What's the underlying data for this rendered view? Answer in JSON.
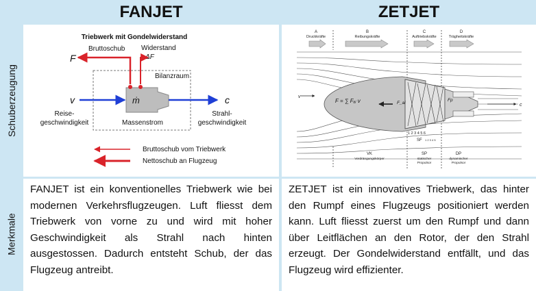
{
  "headers": {
    "fanjet": "FANJET",
    "zetjet": "ZETJET"
  },
  "side_labels": {
    "top": "Schuberzeugung",
    "bottom": "Merkmale"
  },
  "fanjet_diagram": {
    "title": "Triebwerk mit Gondelwiderstand",
    "bruttoschub_label": "Bruttoschub",
    "F_symbol": "F",
    "widerstand_label": "Widerstand",
    "delta_f_symbol": "ΔF",
    "bilanzraum_label": "Bilanzraum",
    "v_symbol": "v",
    "m_symbol": "ṁ",
    "c_symbol": "c",
    "reise_line1": "Reise-",
    "reise_line2": "geschwindigkeit",
    "massenstrom_label": "Massenstrom",
    "strahl_line1": "Strahl-",
    "strahl_line2": "geschwindigkeit",
    "legend_brutto": "Bruttoschub vom Triebwerk",
    "legend_netto": "Nettoschub an Flugzeug",
    "colors": {
      "thrust_red": "#d9232a",
      "flow_blue": "#1f3fd6",
      "engine_gray": "#bdbdbd"
    }
  },
  "zetjet_diagram": {
    "section_a_letter": "A",
    "section_a_label": "Druckkräfte",
    "section_b_letter": "B",
    "section_b_label": "Reibungskräfte",
    "section_c_letter": "C",
    "section_c_label": "Auftriebskräfte",
    "section_d_letter": "D",
    "section_d_label": "Trägheitskräfte",
    "formula": "F = ∑ Fₐᵢ v",
    "v_symbol": "v",
    "c_symbol": "c",
    "fai_label": "F_ai",
    "fp_label": "Fp",
    "station_numbers": "1 2 3 4 5 6",
    "sf_label": "SF",
    "sf_sub": "1 2 3 4 5",
    "vk_label": "VK",
    "vk_sub": "Verdrängungskörper",
    "sp_label": "SP",
    "sp_sub1": "statischer",
    "sp_sub2": "Propulsor",
    "dp_label": "DP",
    "dp_sub1": "dynamischer",
    "dp_sub2": "Propulsor"
  },
  "fanjet_text": "FANJET ist ein konventionelles Triebwerk wie bei modernen Verkehrsflugzeugen. Luft fliesst dem Triebwerk von vorne zu und wird mit hoher Geschwindigkeit als Strahl nach hinten ausgestossen. Dadurch entsteht Schub, der das Flugzeug antreibt.",
  "zetjet_text": "ZETJET ist ein innovatives Triebwerk, das hinter den Rumpf eines Flugzeugs positioniert werden kann. Luft fliesst zuerst um den Rumpf und dann über Leitflächen an den Rotor, der den Strahl erzeugt. Der Gondelwiderstand entfällt, und das Flugzeug wird effizienter."
}
